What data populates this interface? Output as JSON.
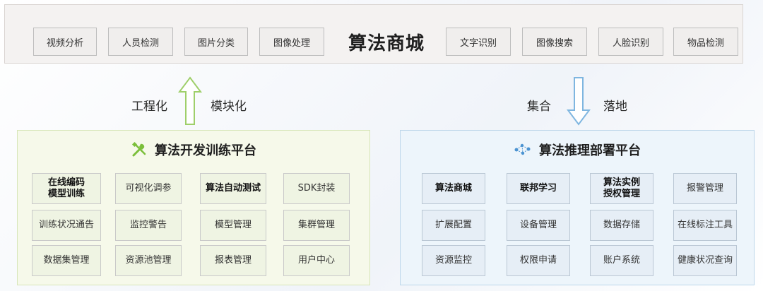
{
  "store": {
    "title": "算法商城",
    "items_left": [
      "视频分析",
      "人员检测",
      "图片分类",
      "图像处理"
    ],
    "items_right": [
      "文字识别",
      "图像搜索",
      "人脸识别",
      "物品检测"
    ]
  },
  "middle": {
    "left_label_1": "工程化",
    "left_label_2": "模块化",
    "right_label_1": "集合",
    "right_label_2": "落地",
    "arrow_up_color": "#9fcf6a",
    "arrow_down_color": "#7fb6e0"
  },
  "dev_platform": {
    "title": "算法开发训练平台",
    "icon": "tools-icon",
    "accent": "#7bbf3a",
    "rows": [
      [
        "在线编码\n模型训练",
        "可视化调参",
        "算法自动测试",
        "SDK封装"
      ],
      [
        "训练状况通告",
        "监控警告",
        "模型管理",
        "集群管理"
      ],
      [
        "数据集管理",
        "资源池管理",
        "报表管理",
        "用户中心"
      ]
    ]
  },
  "deploy_platform": {
    "title": "算法推理部署平台",
    "icon": "network-icon",
    "accent": "#4b93d1",
    "rows": [
      [
        "算法商城",
        "联邦学习",
        "算法实例\n授权管理",
        "报警管理"
      ],
      [
        "扩展配置",
        "设备管理",
        "数据存储",
        "在线标注工具"
      ],
      [
        "资源监控",
        "权限申请",
        "账户系统",
        "健康状况查询"
      ]
    ]
  }
}
